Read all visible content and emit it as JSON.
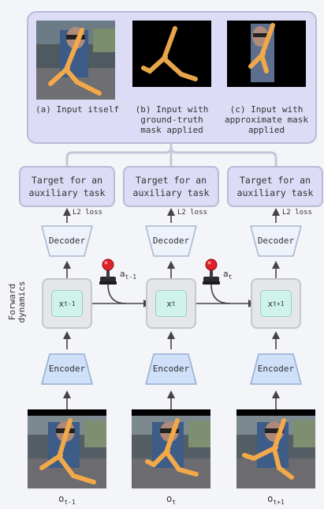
{
  "top_panel": {
    "captions": [
      [
        "(a) Input itself",
        "",
        ""
      ],
      [
        "(b) Input with",
        "ground-truth",
        "mask applied"
      ],
      [
        "(c) Input with",
        "approximate mask",
        "applied"
      ]
    ]
  },
  "targets": [
    [
      "Target for an",
      "auxiliary task"
    ],
    [
      "Target for an",
      "auxiliary task"
    ],
    [
      "Target for an",
      "auxiliary task"
    ]
  ],
  "loss_label": "L2 loss",
  "decoder_label": "Decoder",
  "encoder_label": "Encoder",
  "states": [
    {
      "base": "x",
      "sub": "t-1"
    },
    {
      "base": "x",
      "sub": "t"
    },
    {
      "base": "x",
      "sub": "t+1"
    }
  ],
  "actions": [
    {
      "base": "a",
      "sub": "t-1"
    },
    {
      "base": "a",
      "sub": "t"
    }
  ],
  "forward_dynamics_label": [
    "Forward",
    "dynamics"
  ],
  "observations": [
    {
      "base": "o",
      "sub": "t-1"
    },
    {
      "base": "o",
      "sub": "t"
    },
    {
      "base": "o",
      "sub": "t+1"
    }
  ],
  "colors": {
    "panel_fill": "#dcdcf6",
    "panel_border": "#b9bbd6",
    "decoder_fill": "#eef2fb",
    "encoder_fill": "#cfe0f8",
    "state_fill": "#cff3e9",
    "arrow": "#444444",
    "joystick": "#e0202a"
  }
}
